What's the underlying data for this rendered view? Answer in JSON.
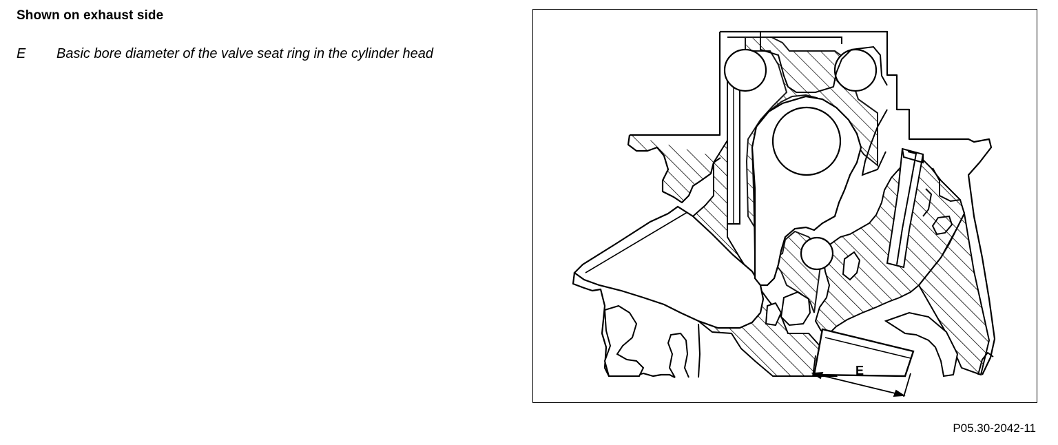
{
  "heading": "Shown on exhaust side",
  "legend": [
    {
      "key": "E",
      "description": "Basic bore diameter of the valve seat ring in the cylinder head"
    }
  ],
  "figure": {
    "dimension_label": "E",
    "code": "P05.30-2042-11"
  }
}
